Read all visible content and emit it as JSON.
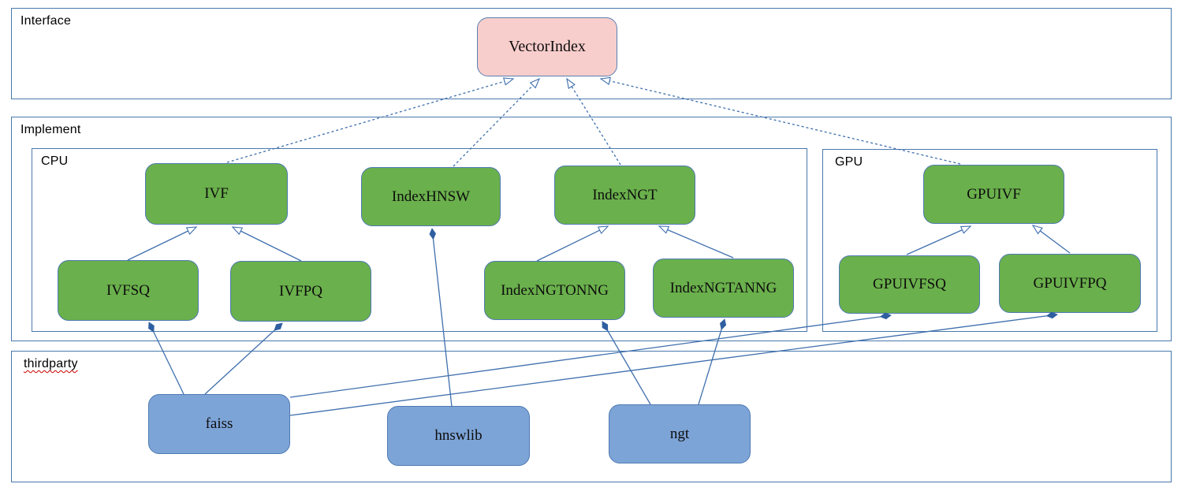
{
  "containers": {
    "interface": {
      "label": "Interface"
    },
    "implement": {
      "label": "Implement"
    },
    "cpu": {
      "label": "CPU"
    },
    "gpu": {
      "label": "GPU"
    },
    "thirdparty": {
      "label": "thirdparty"
    }
  },
  "nodes": {
    "vectorindex": {
      "label": "VectorIndex",
      "kind": "interface"
    },
    "ivf": {
      "label": "IVF",
      "kind": "cpu-class"
    },
    "indexhnsw": {
      "label": "IndexHNSW",
      "kind": "cpu-class"
    },
    "indexngt": {
      "label": "IndexNGT",
      "kind": "cpu-class"
    },
    "ivfsq": {
      "label": "IVFSQ",
      "kind": "cpu-class"
    },
    "ivfpq": {
      "label": "IVFPQ",
      "kind": "cpu-class"
    },
    "indexngtonng": {
      "label": "IndexNGTONNG",
      "kind": "cpu-class"
    },
    "indexngtanng": {
      "label": "IndexNGTANNG",
      "kind": "cpu-class"
    },
    "gpuivf": {
      "label": "GPUIVF",
      "kind": "gpu-class"
    },
    "gpuivfsq": {
      "label": "GPUIVFSQ",
      "kind": "gpu-class"
    },
    "gpuivfpq": {
      "label": "GPUIVFPQ",
      "kind": "gpu-class"
    },
    "faiss": {
      "label": "faiss",
      "kind": "thirdparty-lib"
    },
    "hnswlib": {
      "label": "hnswlib",
      "kind": "thirdparty-lib"
    },
    "ngt": {
      "label": "ngt",
      "kind": "thirdparty-lib"
    }
  },
  "edges": [
    {
      "from": "IVF",
      "to": "VectorIndex",
      "type": "realization-dashed-hollow-arrow"
    },
    {
      "from": "IndexHNSW",
      "to": "VectorIndex",
      "type": "realization-dashed-hollow-arrow"
    },
    {
      "from": "IndexNGT",
      "to": "VectorIndex",
      "type": "realization-dashed-hollow-arrow"
    },
    {
      "from": "GPUIVF",
      "to": "VectorIndex",
      "type": "realization-dashed-hollow-arrow"
    },
    {
      "from": "IVFSQ",
      "to": "IVF",
      "type": "generalization-hollow-arrow"
    },
    {
      "from": "IVFPQ",
      "to": "IVF",
      "type": "generalization-hollow-arrow"
    },
    {
      "from": "IndexNGTONNG",
      "to": "IndexNGT",
      "type": "generalization-hollow-arrow"
    },
    {
      "from": "IndexNGTANNG",
      "to": "IndexNGT",
      "type": "generalization-hollow-arrow"
    },
    {
      "from": "GPUIVFSQ",
      "to": "GPUIVF",
      "type": "generalization-hollow-arrow"
    },
    {
      "from": "GPUIVFPQ",
      "to": "GPUIVF",
      "type": "generalization-hollow-arrow"
    },
    {
      "from": "faiss",
      "to": "IVFSQ",
      "type": "composition-filled-diamond"
    },
    {
      "from": "faiss",
      "to": "IVFPQ",
      "type": "composition-filled-diamond"
    },
    {
      "from": "faiss",
      "to": "GPUIVFSQ",
      "type": "composition-filled-diamond"
    },
    {
      "from": "faiss",
      "to": "GPUIVFPQ",
      "type": "composition-filled-diamond"
    },
    {
      "from": "hnswlib",
      "to": "IndexHNSW",
      "type": "composition-filled-diamond"
    },
    {
      "from": "ngt",
      "to": "IndexNGTONNG",
      "type": "composition-filled-diamond"
    },
    {
      "from": "ngt",
      "to": "IndexNGTANNG",
      "type": "composition-filled-diamond"
    }
  ],
  "colors": {
    "interface_fill": "#f8cecc",
    "class_fill": "#6ab04c",
    "library_fill": "#7da4d7",
    "connector_line": "#3f6fad",
    "container_border": "#4878ad",
    "diamond_fill": "#2f5fa0",
    "spellcheck_underline": "#cc0000"
  }
}
